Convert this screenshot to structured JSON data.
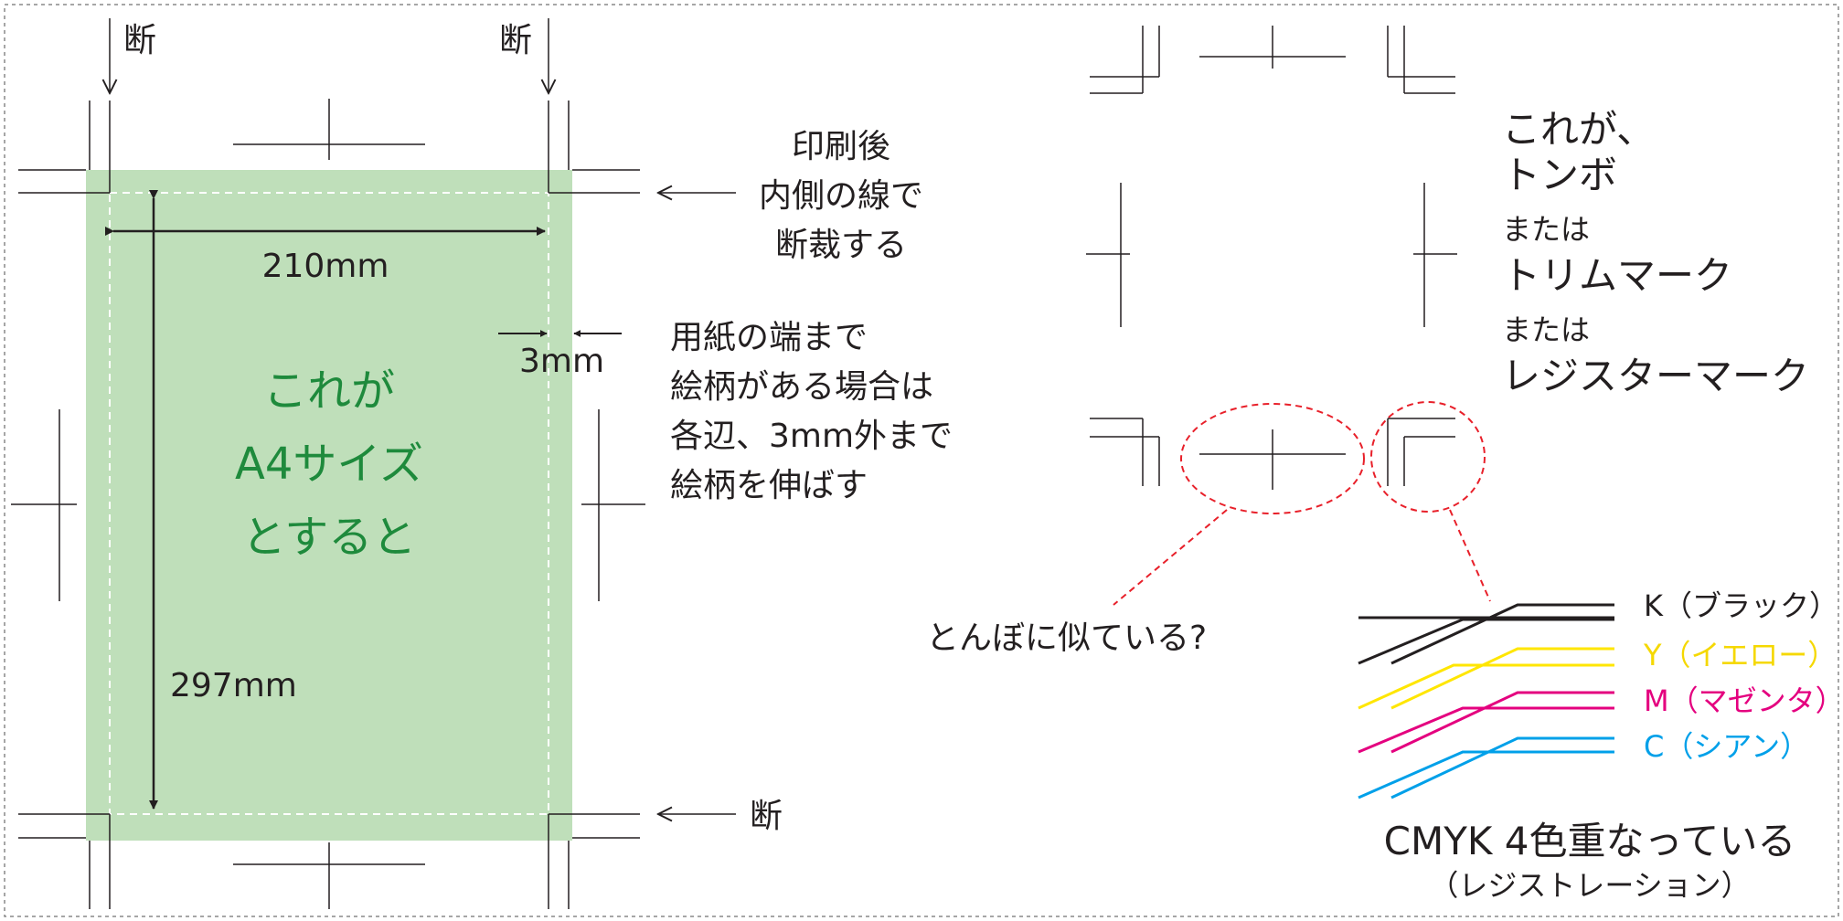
{
  "colors": {
    "background": "#ffffff",
    "bleed_fill": "#bfdfba",
    "ink": "#231f20",
    "green_text": "#1e8a3c",
    "red_dash": "#e8202a",
    "black_plate": "#231f20",
    "yellow_plate": "#ffe600",
    "magenta_plate": "#e4007f",
    "cyan_plate": "#00a0e9"
  },
  "left": {
    "cut_marker_top_left": "断",
    "cut_marker_top_right": "断",
    "cut_marker_bottom": "断",
    "width_label": "210mm",
    "height_label": "297mm",
    "bleed_label": "3mm",
    "center_text": [
      "これが",
      "A4サイズ",
      "とすると"
    ]
  },
  "note_trim": [
    "印刷後",
    "内側の線で",
    "断裁する"
  ],
  "note_bleed": [
    "用紙の端まで",
    "絵柄がある場合は",
    "各辺、3mm外まで",
    "絵柄を伸ばす"
  ],
  "right": {
    "tombo_name_lines": [
      {
        "text": "これが、",
        "size": "big"
      },
      {
        "text": "トンボ",
        "size": "big"
      },
      {
        "text": "または",
        "size": "small"
      },
      {
        "text": "トリムマーク",
        "size": "big"
      },
      {
        "text": "または",
        "size": "small"
      },
      {
        "text": "レジスターマーク",
        "size": "big"
      }
    ],
    "dragonfly_question": "とんぼに似ている?",
    "plates": [
      {
        "label": "K（ブラック）",
        "color": "#231f20"
      },
      {
        "label": "Y（イエロー）",
        "color": "#ffe600"
      },
      {
        "label": "M（マゼンタ）",
        "color": "#e4007f"
      },
      {
        "label": "C（シアン）",
        "color": "#00a0e9"
      }
    ],
    "cmyk_caption": "CMYK 4色重なっている",
    "registration_caption": "（レジストレーション）"
  }
}
